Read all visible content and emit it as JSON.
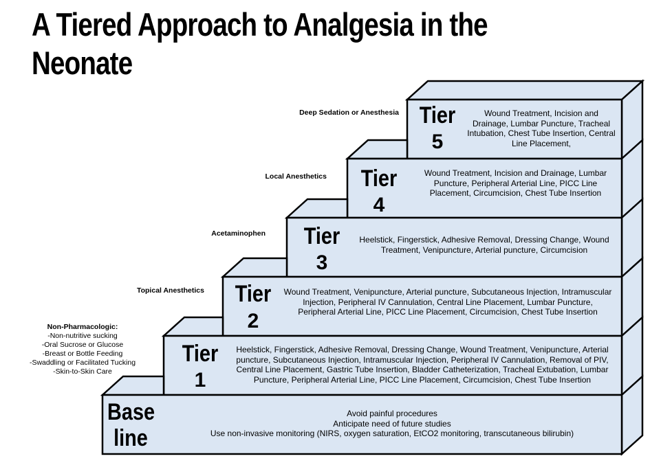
{
  "title": "A Tiered Approach to Analgesia in the Neonate",
  "baseline": {
    "heading_line1": "Base",
    "heading_line2": "line",
    "lines": [
      "Avoid painful procedures",
      "Anticipate need of future studies",
      "Use non-invasive monitoring (NIRS, oxygen saturation, EtCO2 monitoring, transcutaneous bilirubin)"
    ]
  },
  "tiers": [
    {
      "word": "Tier",
      "number": "1",
      "side_label": "Non-Pharmacologic:",
      "side_items": [
        "-Non-nutritive sucking",
        "-Oral Sucrose or Glucose",
        "-Breast or Bottle Feeding",
        "-Swaddling or Facilitated Tucking",
        "-Skin-to-Skin Care"
      ],
      "procedures": "Heelstick, Fingerstick, Adhesive Removal, Dressing Change, Wound Treatment, Venipuncture, Arterial puncture, Subcutaneous Injection, Intramuscular Injection, Peripheral IV Cannulation, Removal of PIV, Central Line Placement, Gastric Tube Insertion, Bladder Catheterization, Tracheal Extubation, Lumbar Puncture, Peripheral Arterial Line, PICC Line Placement, Circumcision, Chest Tube Insertion"
    },
    {
      "word": "Tier",
      "number": "2",
      "side_label": "Topical Anesthetics",
      "procedures": "Wound Treatment, Venipuncture, Arterial puncture, Subcutaneous Injection, Intramuscular Injection, Peripheral IV Cannulation, Central Line Placement, Lumbar Puncture, Peripheral Arterial Line, PICC Line Placement, Circumcision, Chest Tube Insertion"
    },
    {
      "word": "Tier",
      "number": "3",
      "side_label": "Acetaminophen",
      "procedures": "Heelstick, Fingerstick, Adhesive Removal, Dressing Change, Wound Treatment, Venipuncture, Arterial puncture, Circumcision"
    },
    {
      "word": "Tier",
      "number": "4",
      "side_label": "Local Anesthetics",
      "procedures": "Wound Treatment, Incision and Drainage, Lumbar Puncture, Peripheral Arterial Line, PICC Line Placement, Circumcision, Chest Tube Insertion"
    },
    {
      "word": "Tier",
      "number": "5",
      "side_label": "Deep Sedation or Anesthesia",
      "procedures": "Wound Treatment, Incision and Drainage, Lumbar Puncture, Tracheal Intubation, Chest Tube Insertion, Central Line Placement,"
    }
  ]
}
